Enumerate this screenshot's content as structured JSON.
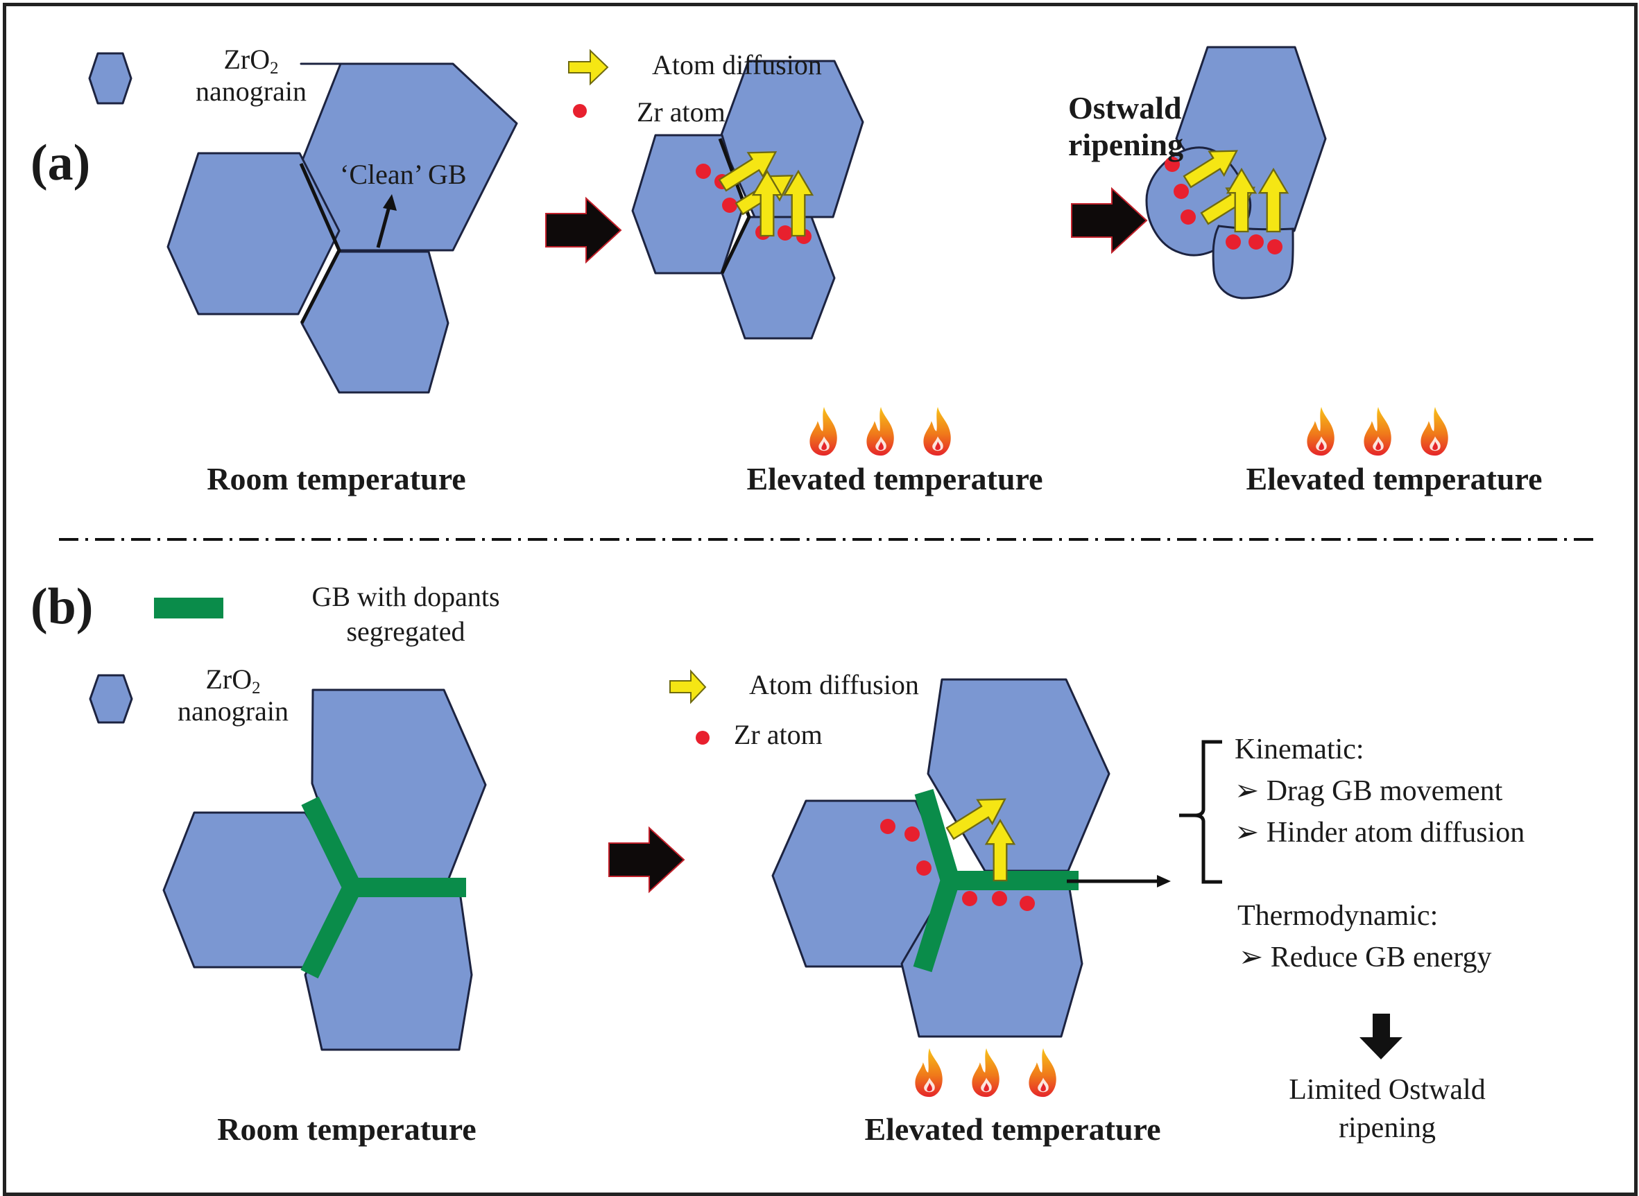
{
  "colors": {
    "grain_fill": "#7b97d2",
    "grain_stroke": "#1c2340",
    "atom": "#e8202e",
    "diffusion_arrow": "#f5e614",
    "diffusion_arrow_stroke": "#6f6a10",
    "dopant_gb": "#0a8c4a",
    "process_arrow": "#0e0a0a",
    "process_arrow_edge": "#c0202a",
    "frame": "#222222"
  },
  "panel_a": {
    "label": "(a)",
    "legend": {
      "nanograin_formula_main": "ZrO",
      "nanograin_formula_sub": "2",
      "nanograin_text": "nanograin",
      "diffusion_label": "Atom diffusion",
      "atom_label": "Zr atom"
    },
    "clean_gb_label": "‘Clean’ GB",
    "process_label_line1": "Ostwald",
    "process_label_line2": "ripening",
    "captions": [
      "Room temperature",
      "Elevated temperature",
      "Elevated temperature"
    ],
    "heat_icon_groups": 2,
    "heat_icons_per_group": 3
  },
  "panel_b": {
    "label": "(b)",
    "legend": {
      "dopant_gb_line1": "GB with dopants",
      "dopant_gb_line2": "segregated",
      "nanograin_formula_main": "ZrO",
      "nanograin_formula_sub": "2",
      "nanograin_text": "nanograin",
      "diffusion_label": "Atom diffusion",
      "atom_label": "Zr atom"
    },
    "effects": {
      "kinematic_heading": "Kinematic:",
      "kinematic_items": [
        "Drag GB movement",
        "Hinder atom diffusion"
      ],
      "thermodynamic_heading": "Thermodynamic:",
      "thermodynamic_items": [
        "Reduce GB energy"
      ],
      "bullet_glyph": "➢"
    },
    "result_line1": "Limited Ostwald",
    "result_line2": "ripening",
    "captions": [
      "Room temperature",
      "Elevated temperature"
    ]
  }
}
